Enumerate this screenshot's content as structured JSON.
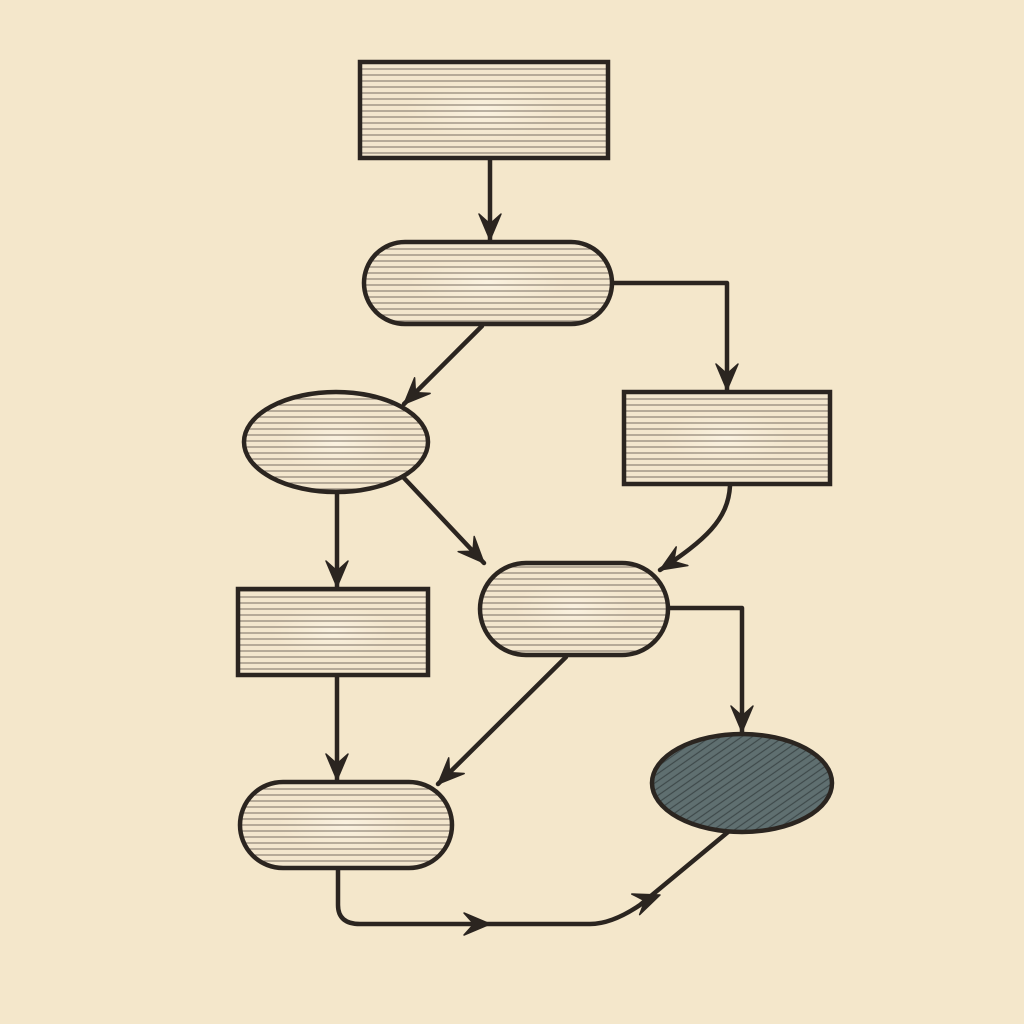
{
  "colors": {
    "paper": "#f4e7cb",
    "ink": "#2b2520",
    "node_fill": "#f3e6cd",
    "hatch": "#6f655a",
    "highlight_fill": "#5f6f70"
  },
  "nodes": [
    {
      "id": "n1",
      "shape": "rect",
      "style": "light"
    },
    {
      "id": "n2",
      "shape": "pill",
      "style": "light"
    },
    {
      "id": "n3",
      "shape": "ellipse",
      "style": "light"
    },
    {
      "id": "n4",
      "shape": "rect",
      "style": "light"
    },
    {
      "id": "n5",
      "shape": "pill",
      "style": "light"
    },
    {
      "id": "n6",
      "shape": "rect",
      "style": "light"
    },
    {
      "id": "n7",
      "shape": "pill",
      "style": "light"
    },
    {
      "id": "n8",
      "shape": "ellipse",
      "style": "highlight"
    }
  ],
  "edges": [
    {
      "from": "n1",
      "to": "n2"
    },
    {
      "from": "n2",
      "to": "n3"
    },
    {
      "from": "n2",
      "to": "n4"
    },
    {
      "from": "n3",
      "to": "n6"
    },
    {
      "from": "n3",
      "to": "n5"
    },
    {
      "from": "n4",
      "to": "n5"
    },
    {
      "from": "n6",
      "to": "n7"
    },
    {
      "from": "n5",
      "to": "n7"
    },
    {
      "from": "n5",
      "to": "n8"
    },
    {
      "from": "n7",
      "to": "n8"
    }
  ]
}
